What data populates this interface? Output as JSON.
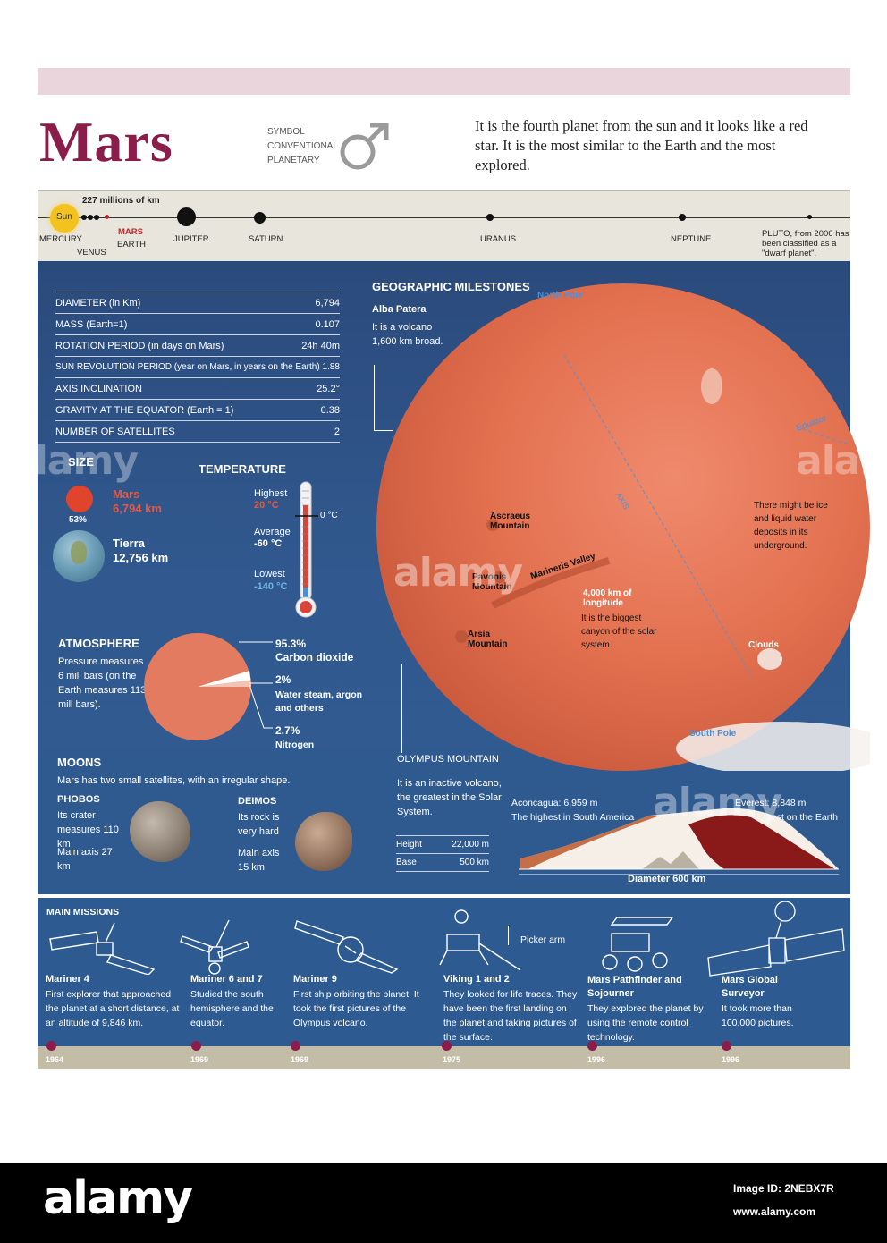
{
  "header": {
    "title": "Mars",
    "symbol_labels": [
      "SYMBOL",
      "CONVENTIONAL",
      "PLANETARY"
    ],
    "intro": "It is the fourth planet from the sun and it looks like a red star. It is the most similar to the Earth and the most explored."
  },
  "orbit": {
    "distance": "227 millions of km",
    "sun": "Sun",
    "planets": {
      "mercury": "MERCURY",
      "venus": "VENUS",
      "earth": "EARTH",
      "mars": "MARS",
      "jupiter": "JUPITER",
      "saturn": "SATURN",
      "uranus": "URANUS",
      "neptune": "NEPTUNE",
      "pluto": "PLUTO, from 2006 has been classified as a \"dwarf planet\"."
    }
  },
  "stats": [
    {
      "label": "DIAMETER (in Km)",
      "value": "6,794"
    },
    {
      "label": "MASS (Earth=1)",
      "value": "0.107"
    },
    {
      "label": "ROTATION PERIOD (in days on Mars)",
      "value": "24h 40m"
    },
    {
      "label": "SUN REVOLUTION PERIOD (year on Mars, in years on the Earth)",
      "value": "1.88"
    },
    {
      "label": "AXIS INCLINATION",
      "value": "25.2°"
    },
    {
      "label": "GRAVITY AT THE EQUATOR (Earth = 1)",
      "value": "0.38"
    },
    {
      "label": "NUMBER OF SATELLITES",
      "value": "2"
    }
  ],
  "size": {
    "heading": "SIZE",
    "mars_name": "Mars",
    "mars_km": "6,794 km",
    "percent": "53%",
    "earth_name": "Tierra",
    "earth_km": "12,756 km"
  },
  "temperature": {
    "heading": "TEMPERATURE",
    "highest_label": "Highest",
    "highest": "20 °C",
    "zero": "0 °C",
    "average_label": "Average",
    "average": "-60 °C",
    "lowest_label": "Lowest",
    "lowest": "-140 °C"
  },
  "atmosphere": {
    "heading": "ATMOSPHERE",
    "text": "Pressure measures 6 mill bars (on the Earth measures 113 mill bars).",
    "co2_pct": "95.3%",
    "co2_label": "Carbon dioxide",
    "water_pct": "2%",
    "water_label": "Water steam, argon and others",
    "n_pct": "2.7%",
    "n_label": "Nitrogen",
    "composition": [
      95.3,
      2,
      2.7
    ]
  },
  "moons": {
    "heading": "MOONS",
    "text": "Mars has two small satellites, with an irregular shape.",
    "phobos": {
      "name": "PHOBOS",
      "desc": "Its crater measures 110 km",
      "axis": "Main axis 27 km"
    },
    "deimos": {
      "name": "DEIMOS",
      "desc": "Its rock is very hard",
      "axis": "Main axis 15 km"
    }
  },
  "geo": {
    "heading": "GEOGRAPHIC MILESTONES",
    "north_pole": "North Pole",
    "south_pole": "South Pole",
    "alba_title": "Alba Patera",
    "alba_text": "It is a volcano 1,600 km broad.",
    "ascraeus": "Ascraeus Mountain",
    "pavonis": "Pavonis Mountain",
    "arsia": "Arsia Mountain",
    "mariner_valley": "Marineris Valley",
    "axis": "AXIS",
    "canyon_title": "4,000 km of longitude",
    "canyon_text": "It is the biggest canyon of the solar system.",
    "ice": "There might be ice and liquid water deposits in its underground.",
    "clouds": "Clouds",
    "equator": "Equator"
  },
  "olympus": {
    "heading": "OLYMPUS MOUNTAIN",
    "text": "It is an inactive volcano, the greatest in the Solar System.",
    "height_label": "Height",
    "height": "22,000 m",
    "base_label": "Base",
    "base": "500 km",
    "aconcagua": "Aconcagua: 6,959 m",
    "aconcagua_sub": "The highest in South America",
    "everest": "Everest: 8,848 m",
    "everest_sub": "The highest on the Earth",
    "diameter_label": "Diameter",
    "diameter_value": "600 km"
  },
  "missions": {
    "heading": "MAIN MISSIONS",
    "picker_arm": "Picker arm",
    "items": [
      {
        "name": "Mariner 4",
        "text": "First explorer that approached the planet at a short distance, at an altitude of 9,846 km.",
        "year": "1964"
      },
      {
        "name": "Mariner 6 and 7",
        "text": "Studied the south hemisphere and the equator.",
        "year": "1969"
      },
      {
        "name": "Mariner 9",
        "text": "First ship orbiting the planet. It took the first pictures of the Olympus volcano.",
        "year": "1969"
      },
      {
        "name": "Viking 1 and 2",
        "text": "They looked for life traces. They have been the first landing on the planet and taking pictures of the surface.",
        "year": "1975"
      },
      {
        "name": "Mars Pathfinder and Sojourner",
        "text": "They explored the planet by using the remote control technology.",
        "year": "1996"
      },
      {
        "name": "Mars Global Surveyor",
        "text": "It took more than 100,000 pictures.",
        "year": "1996"
      }
    ]
  },
  "watermark": {
    "brand": "alamy",
    "image_id": "Image ID: 2NEBX7R",
    "site": "www.alamy.com"
  },
  "colors": {
    "accent": "#8a1d4a",
    "panel": "#2d5a90",
    "mars": "#e2704f"
  }
}
